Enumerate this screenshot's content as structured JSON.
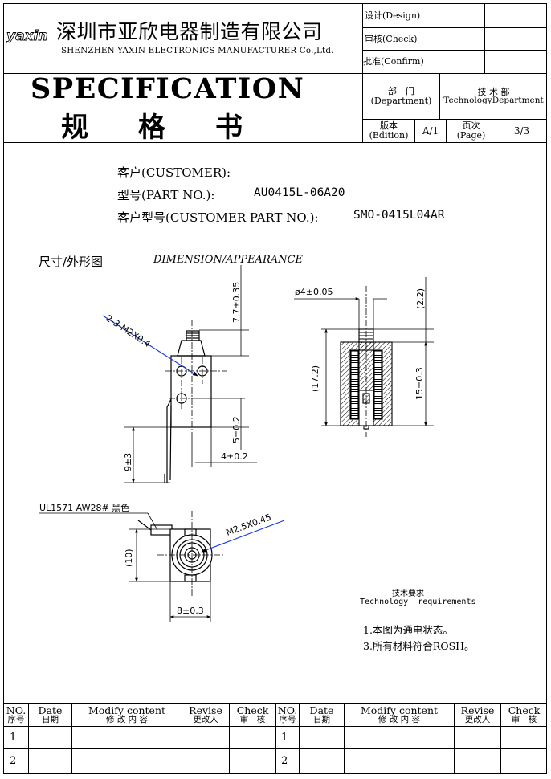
{
  "header": {
    "logo": "yaxin",
    "company_cn": "深圳市亚欣电器制造有限公司",
    "company_en": "SHENZHEN YAXIN ELECTRONICS MANUFACTURER Co.,Ltd.",
    "design": "设计(Design)",
    "check": "审核(Check)",
    "confirm": "批准(Confirm)",
    "spec_title": "SPECIFICATION",
    "spec_cn": "规　格　书",
    "dept_cn": "部　门",
    "dept_en": "(Department)",
    "tech_dept_cn": "技 术 部",
    "tech_dept_en": "TechnologyDepartment",
    "edition_cn": "版本",
    "edition_en": "(Edition)",
    "edition_value": "A/1",
    "page_cn": "页次",
    "page_en": "(Page)",
    "page_value": "3/3"
  },
  "customer": {
    "customer_label": "客户(CUSTOMER):",
    "part_label": "型号(PART NO.):",
    "part_value": "AU0415L-06A20",
    "cust_part_label": "客户型号(CUSTOMER PART NO.):",
    "cust_part_value": "SMO-0415L04AR"
  },
  "section": {
    "title_cn": "尺寸/外形图",
    "title_en": "DIMENSION/APPEARANCE"
  },
  "dims": {
    "d1": "7.7±0.35",
    "d2": "2-3-M2X0.4",
    "d3": "5±0.2",
    "d4": "4±0.2",
    "d5": "9±3",
    "d6": "ø4±0.05",
    "d7": "(2.2)",
    "d8": "(17.2)",
    "d9": "15±0.3",
    "d10": "UL1571 AW28# 黑色",
    "d11": "M2.5X0.45",
    "d12": "(10)",
    "d13": "8±0.3"
  },
  "requirements": {
    "title_cn": "技术要求",
    "title_en": "Technology  requirements",
    "items": [
      "1.本图为通电状态。",
      "3.所有材料符合ROSH。"
    ]
  },
  "revision_table": {
    "headers_en": [
      "NO.",
      "Date",
      "Modify content",
      "Revise",
      "Check",
      "NO.",
      "Date",
      "Modify content",
      "Revise",
      "Check"
    ],
    "headers_cn": [
      "序号",
      "日期",
      "修 改 内 容",
      "更改人",
      "审　核",
      "序号",
      "日期",
      "修 改 内 容",
      "更改人",
      "审　核"
    ],
    "rows": [
      [
        "1",
        "1"
      ],
      [
        "2",
        "2"
      ]
    ]
  }
}
